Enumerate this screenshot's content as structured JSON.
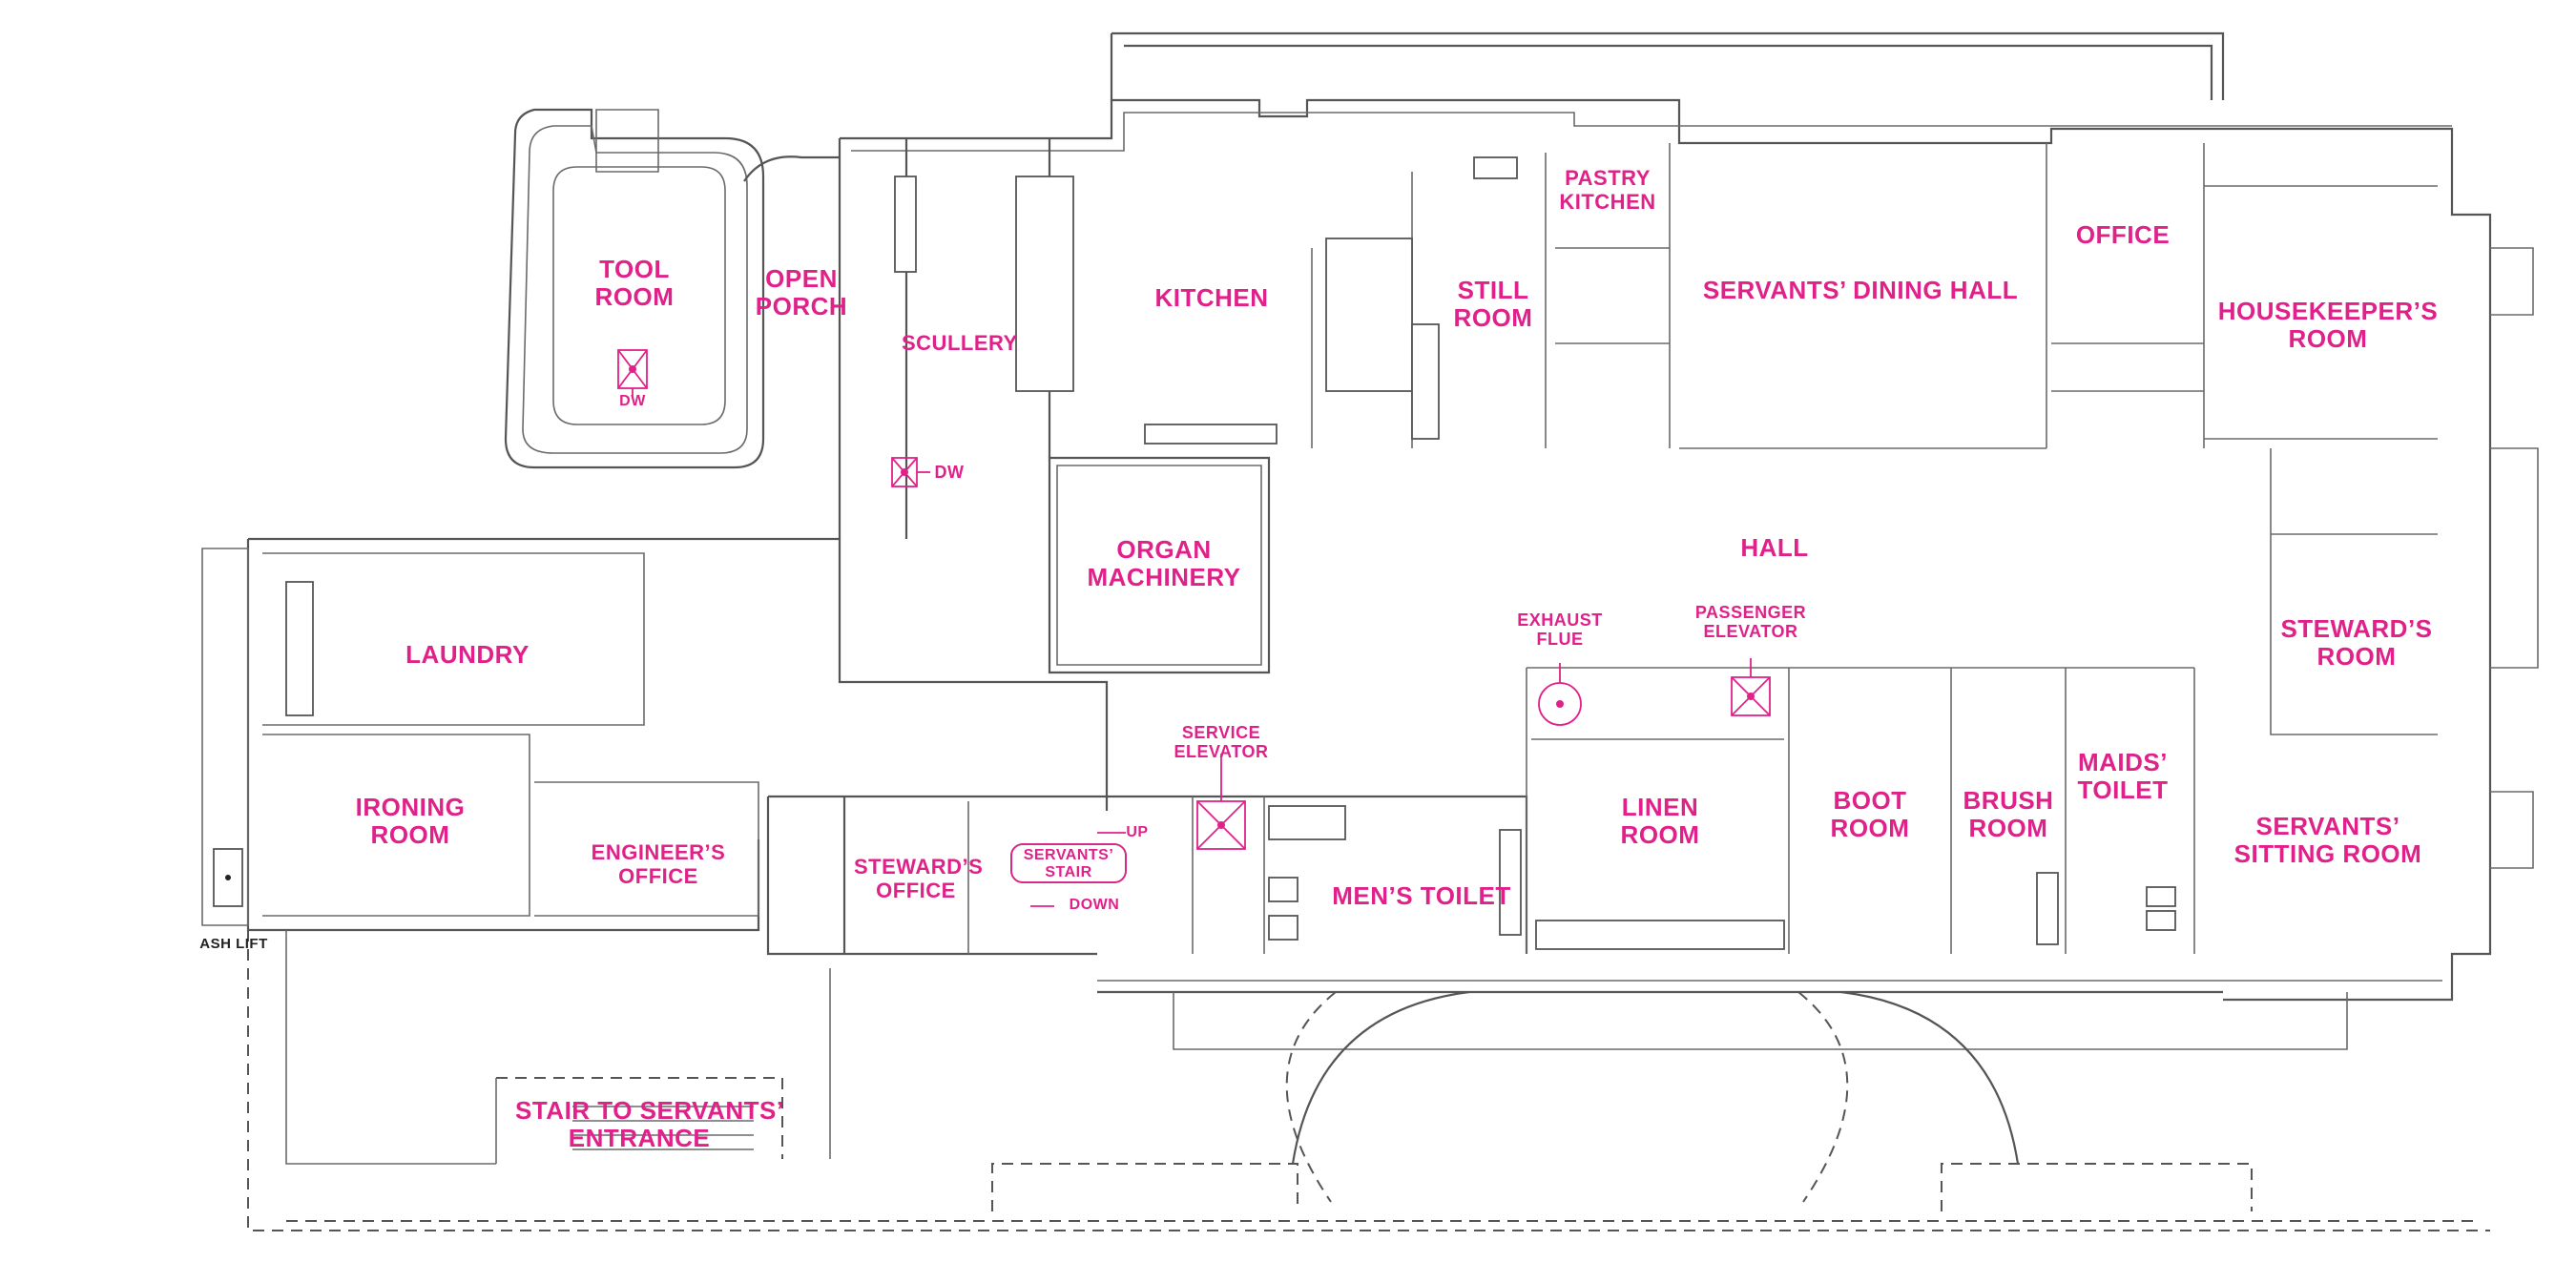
{
  "plan": {
    "colors": {
      "label": "#e0218a",
      "wall": "#555555",
      "background": "#ffffff"
    },
    "rooms": {
      "tool_room": "TOOL\nROOM",
      "open_porch": "OPEN\nPORCH",
      "scullery": "SCULLERY",
      "kitchen": "KITCHEN",
      "still_room": "STILL\nROOM",
      "pastry_kitchen": "PASTRY\nKITCHEN",
      "servants_dining_hall": "SERVANTS’ DINING HALL",
      "office": "OFFICE",
      "housekeepers_room": "HOUSEKEEPER’S\nROOM",
      "organ_machinery": "ORGAN\nMACHINERY",
      "hall": "HALL",
      "laundry": "LAUNDRY",
      "ironing_room": "IRONING\nROOM",
      "engineers_office": "ENGINEER’S\nOFFICE",
      "stewards_office": "STEWARD’S\nOFFICE",
      "servants_stair": "SERVANTS’\nSTAIR",
      "service_elevator": "SERVICE\nELEVATOR",
      "mens_toilet": "MEN’S TOILET",
      "exhaust_flue": "EXHAUST\nFLUE",
      "passenger_elevator": "PASSENGER\nELEVATOR",
      "linen_room": "LINEN\nROOM",
      "boot_room": "BOOT\nROOM",
      "brush_room": "BRUSH\nROOM",
      "maids_toilet": "MAIDS’\nTOILET",
      "stewards_room": "STEWARD’S\nROOM",
      "servants_sitting_room": "SERVANTS’\nSITTING ROOM",
      "stair_to_servants_entrance": "STAIR TO SERVANTS’\nENTRANCE"
    },
    "annotations": {
      "dw_tool": "DW",
      "dw_scullery": "DW",
      "up": "UP",
      "down": "DOWN",
      "ash_lift": "ASH LIFT"
    }
  }
}
